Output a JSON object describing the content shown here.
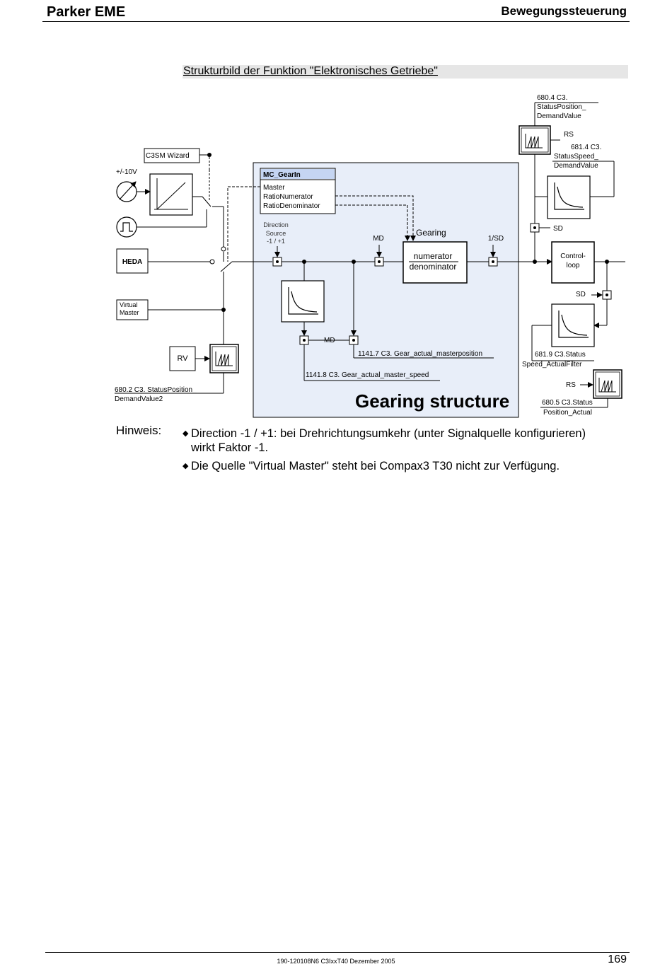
{
  "header": {
    "left": "Parker EME",
    "right": "Bewegungssteuerung"
  },
  "section_title": "Strukturbild der Funktion \"Elektronisches Getriebe\"",
  "diagram": {
    "title": "Gearing structure",
    "wizard": "C3SM Wizard",
    "analog": "+/-10V",
    "heda": "HEDA",
    "virtual_master_1": "Virtual",
    "virtual_master_2": "Master",
    "rv": "RV",
    "mc_header": "MC_GearIn",
    "mc_1": "Master",
    "mc_2": "RatioNumerator",
    "mc_3": "RatioDenominator",
    "dir_1": "Direction",
    "dir_2": "Source",
    "dir_3": "-1 / +1",
    "md_top": "MD",
    "md_bottom": "MD",
    "gearing": "Gearing",
    "numerator": "numerator",
    "denominator": "denominator",
    "sd_1": "1/SD",
    "sd_2": "SD",
    "sd_3": "SD",
    "rs_1": "RS",
    "rs_2": "RS",
    "ctrl_1": "Control-",
    "ctrl_2": "loop",
    "p6804_1": "680.4 C3.",
    "p6804_2": "StatusPosition_",
    "p6804_3": "DemandValue",
    "p6814_1": "681.4 C3.",
    "p6814_2": "StatusSpeed_",
    "p6814_3": "DemandValue",
    "p6819_1": "681.9 C3.Status",
    "p6819_2": "Speed_ActualFilter",
    "p6805_1": "680.5 C3.Status",
    "p6805_2": "Position_Actual",
    "p6802_1": "680.2 C3.  StatusPosition_",
    "p6802_2": "DemandValue2",
    "p11417": "1141.7  C3. Gear_actual_masterposition",
    "p11418": "1141.8  C3. Gear_actual_master_speed"
  },
  "hinweis": {
    "label": "Hinweis:",
    "bullet_mark": "◆",
    "b1_line1": "Direction -1 / +1: bei Drehrichtungsumkehr (unter Signalquelle konfigurieren)",
    "b1_line2": "wirkt Faktor -1.",
    "b2": "Die Quelle \"Virtual Master\" steht bei Compax3 T30 nicht zur Verfügung."
  },
  "footer": {
    "code": "190-120108N6 C3IxxT40 Dezember 2005",
    "page": "169"
  }
}
